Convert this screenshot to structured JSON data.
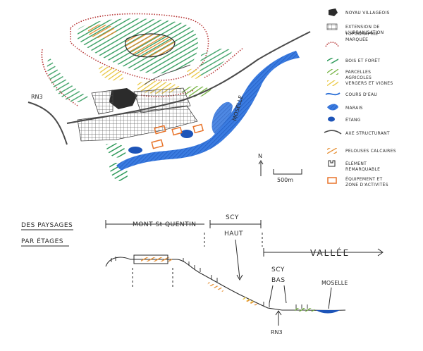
{
  "map": {
    "labels": {
      "rn3": "RN3",
      "moselle": "MOSELLE",
      "north": "N",
      "scale": "500m"
    }
  },
  "legend": {
    "items": [
      {
        "key": "noyau",
        "label": "NOYAU VILLAGEOIS"
      },
      {
        "key": "extension",
        "label": "EXTENSION DE L'URBANISATION"
      },
      {
        "key": "topo",
        "label": "TOPOGRAPHIE MARQUÉE"
      },
      {
        "key": "bois",
        "label": "BOIS ET FORÊT"
      },
      {
        "key": "parcelles",
        "label": "PARCELLES AGRICOLES"
      },
      {
        "key": "vergers",
        "label": "VERGERS ET VIGNES"
      },
      {
        "key": "cours",
        "label": "COURS D'EAU"
      },
      {
        "key": "marais",
        "label": "MARAIS"
      },
      {
        "key": "etang",
        "label": "ÉTANG"
      },
      {
        "key": "axe",
        "label": "AXE STRUCTURANT"
      },
      {
        "key": "pelouses",
        "label": "PELOUSES CALCAIRES"
      },
      {
        "key": "element",
        "label": "ÉLÉMENT REMARQUABLE"
      },
      {
        "key": "equipement",
        "label": "ÉQUIPEMENT ET ZONE D'ACTIVITÉS"
      }
    ]
  },
  "section": {
    "title_line1": "DES PAYSAGES",
    "title_line2": "PAR ÉTAGES",
    "mont": "MONT St QUENTIN",
    "scy_haut_1": "SCY",
    "scy_haut_2": "HAUT",
    "vallee": "VALLÉE",
    "scy_bas_1": "SCY",
    "scy_bas_2": "BAS",
    "moselle": "MOSELLE",
    "rn3": "RN3"
  },
  "colors": {
    "noyau": "#2b2b2b",
    "topo": "#b83a3a",
    "bois": "#2e9a5a",
    "parcelles": "#6fb03a",
    "vergers": "#e8c53a",
    "water": "#2b6fd6",
    "axe": "#4a4a4a",
    "pelouses": "#e58a2a",
    "equipement": "#e8742a"
  }
}
